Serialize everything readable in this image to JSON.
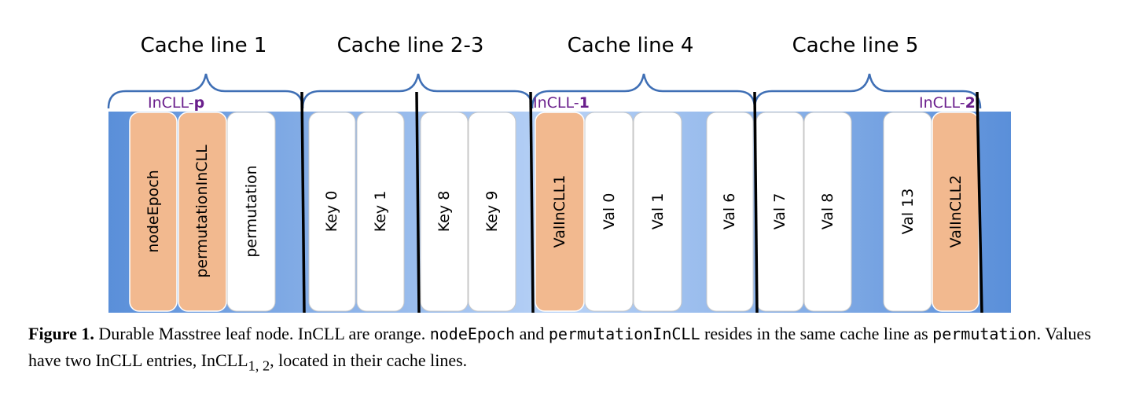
{
  "diagram": {
    "cache_lines": [
      {
        "id": "cl1",
        "title": "Cache line 1",
        "incll": {
          "prefix": "InCLL-",
          "suffix": "p"
        }
      },
      {
        "id": "cl23",
        "title": "Cache line 2-3",
        "incll": null
      },
      {
        "id": "cl4",
        "title": "Cache line 4",
        "incll": {
          "prefix": "InCLL-",
          "suffix": "1"
        }
      },
      {
        "id": "cl5",
        "title": "Cache line 5",
        "incll": {
          "prefix": "InCLL-",
          "suffix": "2"
        }
      }
    ],
    "cells": [
      {
        "label": "nodeEpoch",
        "incll": true
      },
      {
        "label": "permutationInCLL",
        "incll": true
      },
      {
        "label": "permutation",
        "incll": false
      },
      {
        "label": "Key 0",
        "incll": false
      },
      {
        "label": "Key 1",
        "incll": false
      },
      {
        "label": "Key 8",
        "incll": false
      },
      {
        "label": "Key 9",
        "incll": false
      },
      {
        "label": "ValInCLL1",
        "incll": true
      },
      {
        "label": "Val 0",
        "incll": false
      },
      {
        "label": "Val 1",
        "incll": false
      },
      {
        "label": "Val 6",
        "incll": false
      },
      {
        "label": "Val 7",
        "incll": false
      },
      {
        "label": "Val 8",
        "incll": false
      },
      {
        "label": "Val 13",
        "incll": false
      },
      {
        "label": "ValInCLL2",
        "incll": true
      }
    ],
    "colors": {
      "incll_fill": "#f2b98f",
      "normal_fill": "#ffffff",
      "node_base": "#5a8fd9",
      "node_highlight": "#b8d2f6",
      "brace": "#3f6fb5",
      "divider": "#000000",
      "incll_label": "#6a1f8c"
    }
  },
  "caption": {
    "label": "Figure 1.",
    "t1": " Durable Masstree leaf node. InCLL are orange. ",
    "c1": "nodeEpoch",
    "t2": " and ",
    "c2": "permutationInCLL",
    "t3": " resides in the same cache line as ",
    "c3": "permutation",
    "t4": ". Values have two InCLL entries, InCLL",
    "sub": "1, 2",
    "t5": ", located in their cache lines."
  }
}
